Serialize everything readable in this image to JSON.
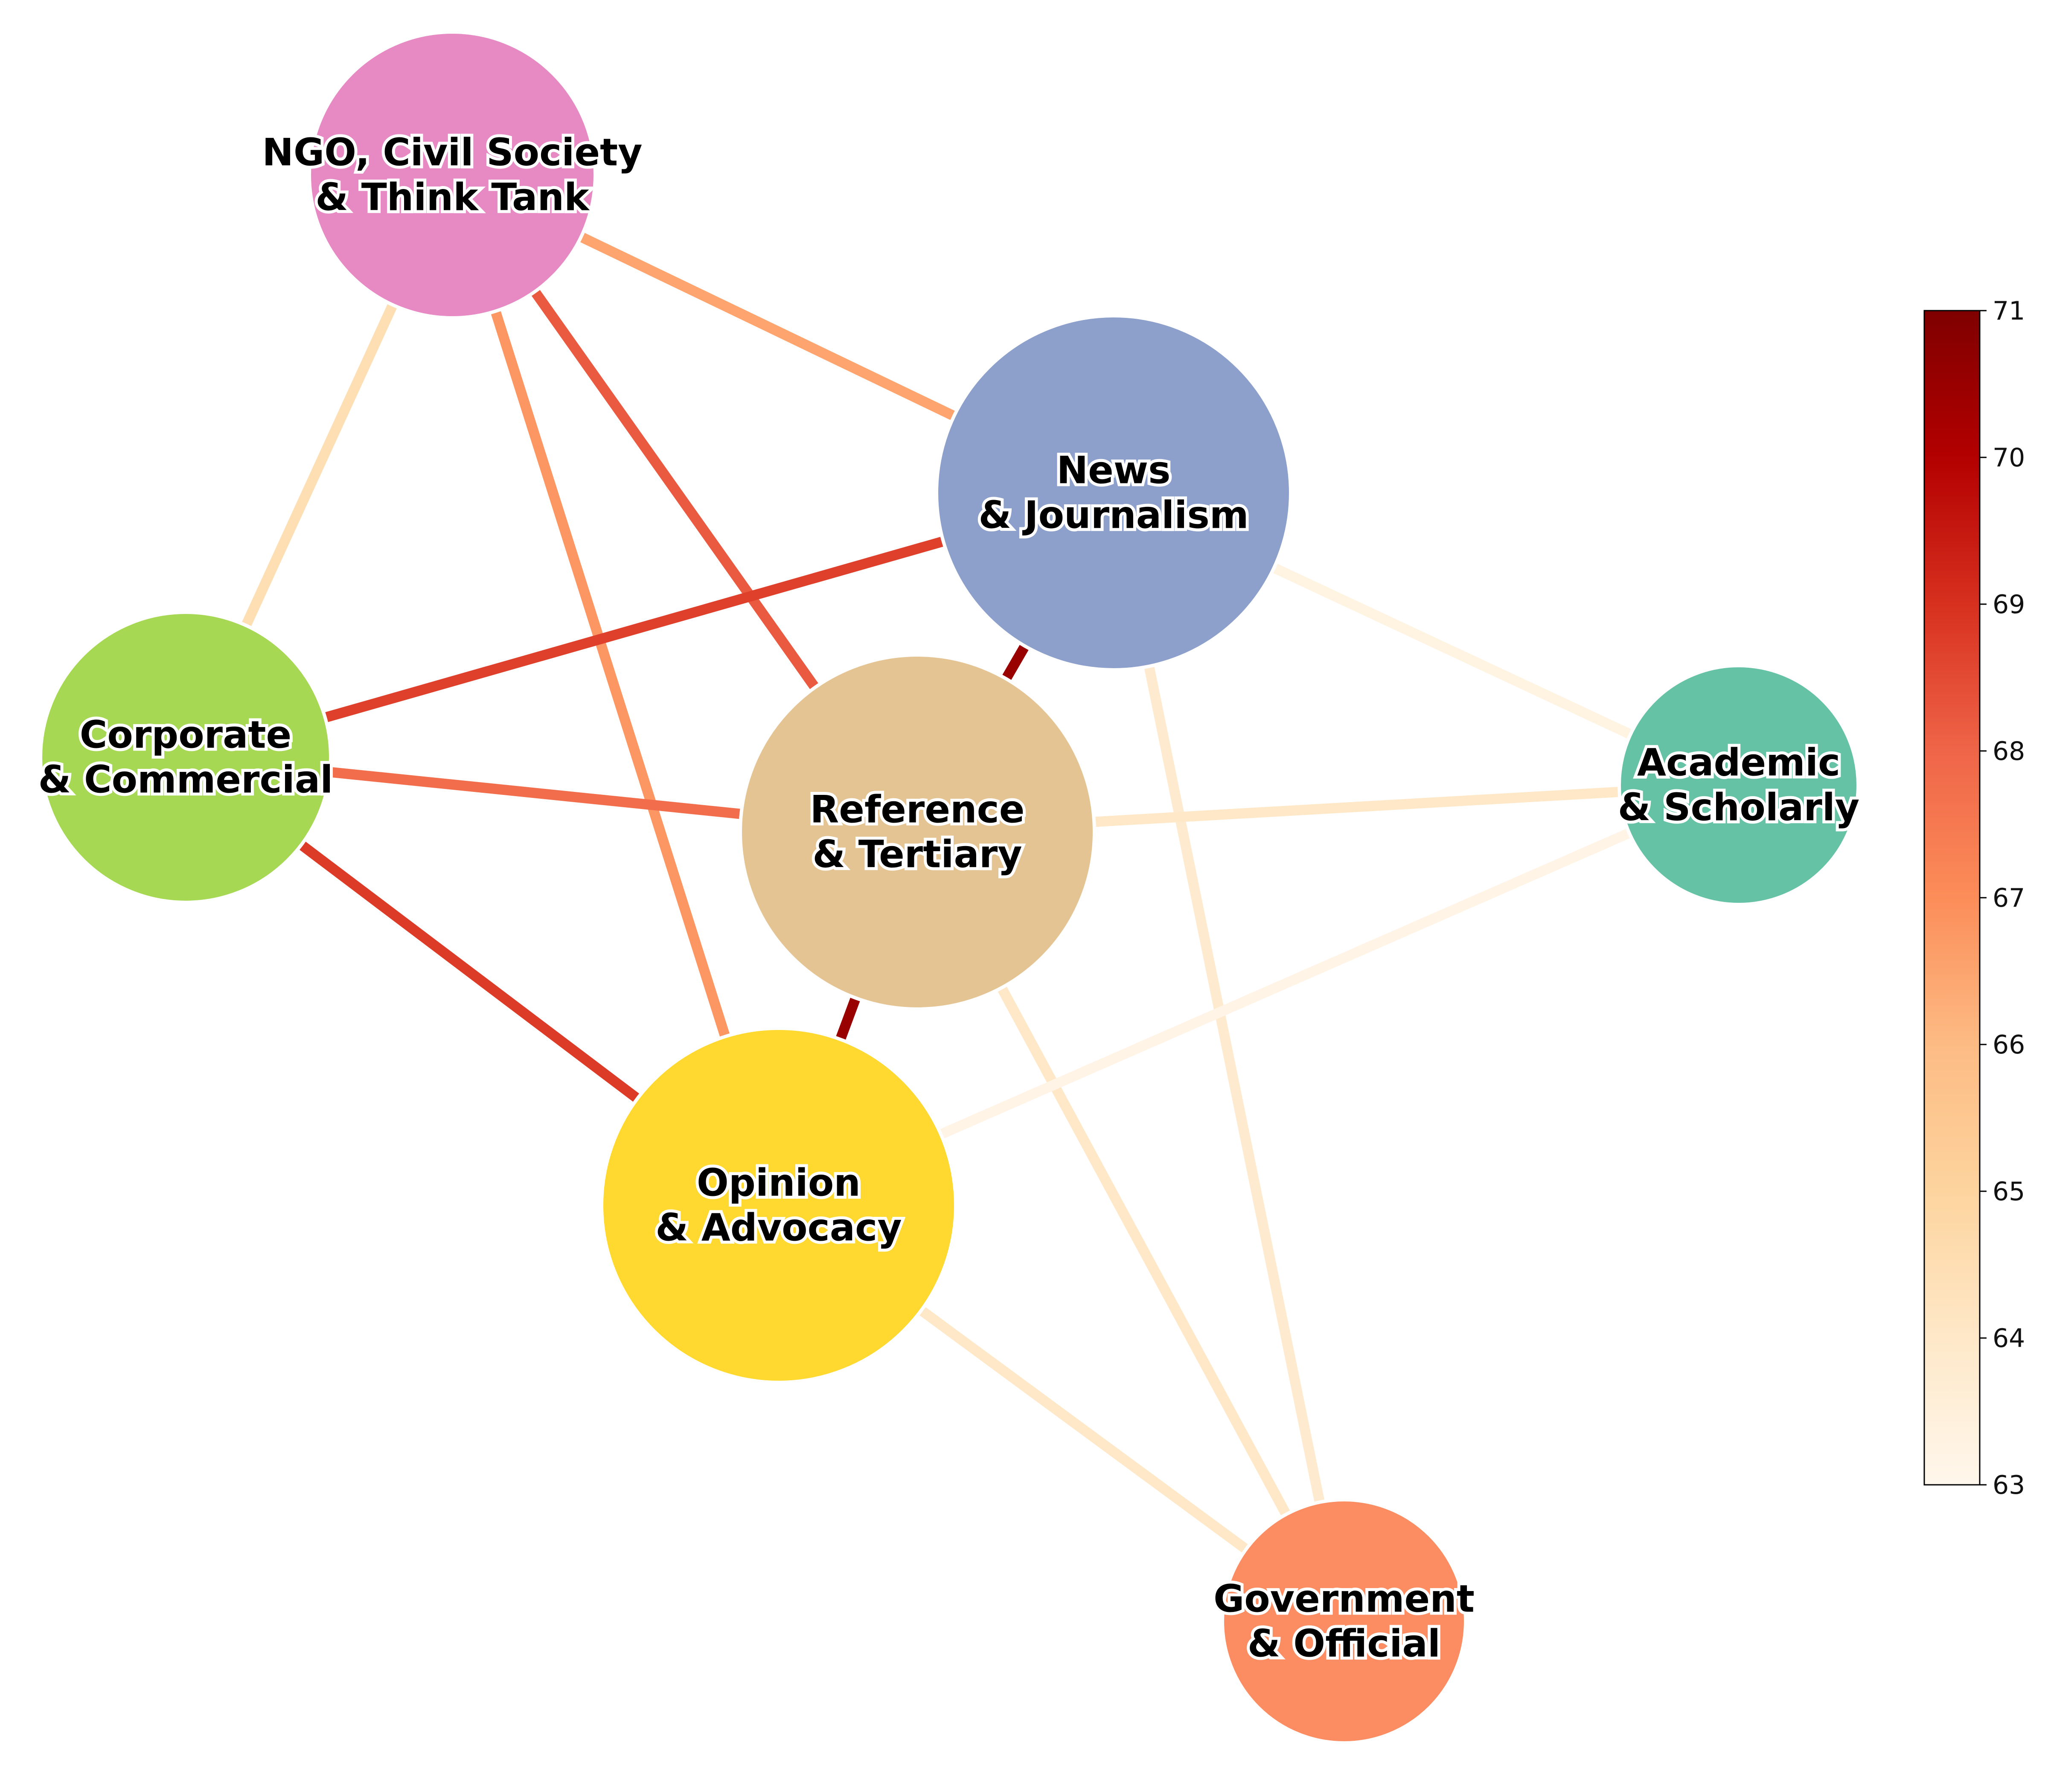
{
  "nodes": [
    {
      "id": "ngo",
      "lines": [
        "NGO, Civil Society",
        "& Think Tank"
      ],
      "color": "#e78ac3"
    },
    {
      "id": "news",
      "lines": [
        "News",
        "& Journalism"
      ],
      "color": "#8da0cb"
    },
    {
      "id": "corporate",
      "lines": [
        "Corporate",
        "& Commercial"
      ],
      "color": "#a6d854"
    },
    {
      "id": "reference",
      "lines": [
        "Reference",
        "& Tertiary"
      ],
      "color": "#e5c494"
    },
    {
      "id": "academic",
      "lines": [
        "Academic",
        "& Scholarly"
      ],
      "color": "#66c2a5"
    },
    {
      "id": "opinion",
      "lines": [
        "Opinion",
        "& Advocacy"
      ],
      "color": "#ffd92f"
    },
    {
      "id": "government",
      "lines": [
        "Government",
        "& Official"
      ],
      "color": "#fc8d62"
    }
  ],
  "edges": [
    {
      "source": "ngo",
      "target": "news",
      "value": 66.5
    },
    {
      "source": "ngo",
      "target": "corporate",
      "value": 64.5
    },
    {
      "source": "ngo",
      "target": "reference",
      "value": 68.2
    },
    {
      "source": "ngo",
      "target": "opinion",
      "value": 66.8
    },
    {
      "source": "news",
      "target": "corporate",
      "value": 68.7
    },
    {
      "source": "news",
      "target": "reference",
      "value": 70.5
    },
    {
      "source": "news",
      "target": "academic",
      "value": 63.3
    },
    {
      "source": "news",
      "target": "government",
      "value": 63.8
    },
    {
      "source": "corporate",
      "target": "reference",
      "value": 67.8
    },
    {
      "source": "corporate",
      "target": "opinion",
      "value": 68.8
    },
    {
      "source": "reference",
      "target": "academic",
      "value": 64.0
    },
    {
      "source": "reference",
      "target": "opinion",
      "value": 70.5
    },
    {
      "source": "reference",
      "target": "government",
      "value": 64.0
    },
    {
      "source": "academic",
      "target": "opinion",
      "value": 63.2
    },
    {
      "source": "opinion",
      "target": "government",
      "value": 64.0
    }
  ],
  "colorbar": {
    "min": 63,
    "max": 71,
    "ticks": [
      "63",
      "64",
      "65",
      "66",
      "67",
      "68",
      "69",
      "70",
      "71"
    ],
    "colormap": [
      "#fff7ec",
      "#fee8c8",
      "#fdd49e",
      "#fdbb84",
      "#fc8d59",
      "#ef6548",
      "#d7301f",
      "#b30000",
      "#7f0000"
    ]
  }
}
